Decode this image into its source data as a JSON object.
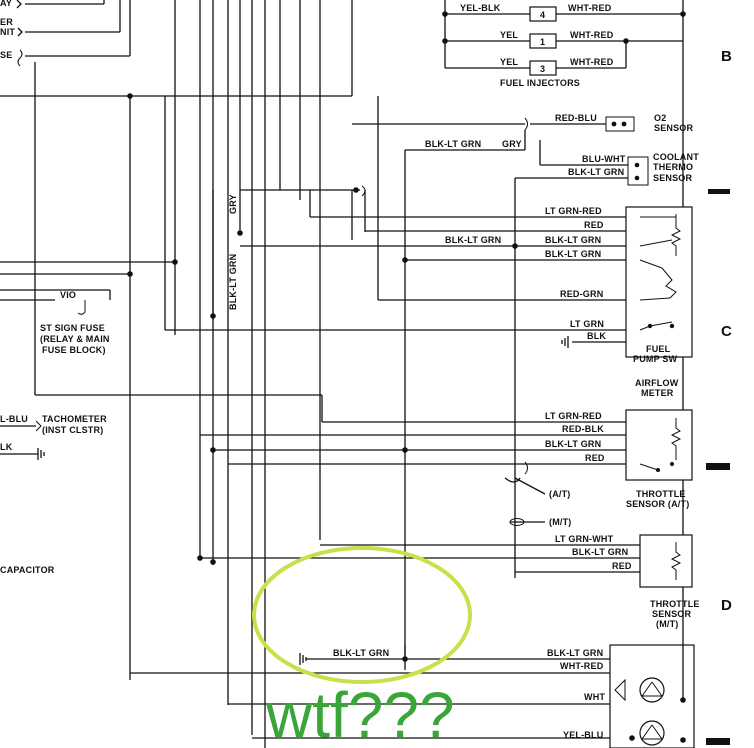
{
  "wire_colors": {
    "yel_blk": "YEL-BLK",
    "wht_red_1": "WHT-RED",
    "yel_1": "YEL",
    "wht_red_2": "WHT-RED",
    "yel_2": "YEL",
    "wht_red_3": "WHT-RED",
    "red_blu": "RED-BLU",
    "blk_lt_grn_1": "BLK-LT GRN",
    "gry_1": "GRY",
    "blu_wht": "BLU-WHT",
    "blk_lt_grn_2": "BLK-LT GRN",
    "gry_2": "GRY",
    "lt_grn_red_1": "LT GRN-RED",
    "red_1": "RED",
    "blk_lt_grn_3": "BLK-LT GRN",
    "blk_lt_grn_4": "BLK-LT GRN",
    "blk_lt_grn_5": "BLK-LT GRN",
    "blk_lt_grn_v": "BLK-LT GRN",
    "red_grn": "RED-GRN",
    "lt_grn": "LT GRN",
    "blk_1": "BLK",
    "vio": "VIO",
    "l_blu": "L-BLU",
    "lk": "LK",
    "lt_grn_red_2": "LT GRN-RED",
    "red_blk": "RED-BLK",
    "blk_lt_grn_6": "BLK-LT GRN",
    "red_2": "RED",
    "lt_grn_wht": "LT GRN-WHT",
    "blk_lt_grn_7": "BLK-LT GRN",
    "red_3": "RED",
    "blk_lt_grn_8": "BLK-LT GRN",
    "blk_lt_grn_9": "BLK-LT GRN",
    "wht_red_4": "WHT-RED",
    "wht": "WHT",
    "yel_blu": "YEL-BLU"
  },
  "connectors": {
    "injector_4": "4",
    "injector_1": "1",
    "injector_3": "3"
  },
  "components": {
    "relay_frag": "AY",
    "er_frag": "ER",
    "nit_frag": "NIT",
    "fuse_frag": "SE",
    "fuel_injectors": "FUEL INJECTORS",
    "o2_l1": "O2",
    "o2_l2": "SENSOR",
    "coolant_l1": "COOLANT",
    "coolant_l2": "THERMO",
    "coolant_l3": "SENSOR",
    "st_sign_l1": "ST SIGN FUSE",
    "st_sign_l2": "(RELAY & MAIN",
    "st_sign_l3": "FUSE BLOCK)",
    "fuel_pump_l1": "FUEL",
    "fuel_pump_l2": "PUMP SW",
    "airflow_l1": "AIRFLOW",
    "airflow_l2": "METER",
    "tach_l1": "TACHOMETER",
    "tach_l2": "(INST CLSTR)",
    "throttle_at_l1": "THROTTLE",
    "throttle_at_l2": "SENSOR (A/T)",
    "throttle_mt_l1": "THROTTLE",
    "throttle_mt_l2": "SENSOR",
    "throttle_mt_l3": "(M/T)",
    "capacitor": "CAPACITOR",
    "at_tag": "(A/T)",
    "mt_tag": "(M/T)"
  },
  "grid_markers": {
    "b": "B",
    "c": "C",
    "d": "D"
  },
  "annotation": {
    "text": "wtf???",
    "color": "#3aa63a",
    "highlight_color": "#c8e04a"
  }
}
